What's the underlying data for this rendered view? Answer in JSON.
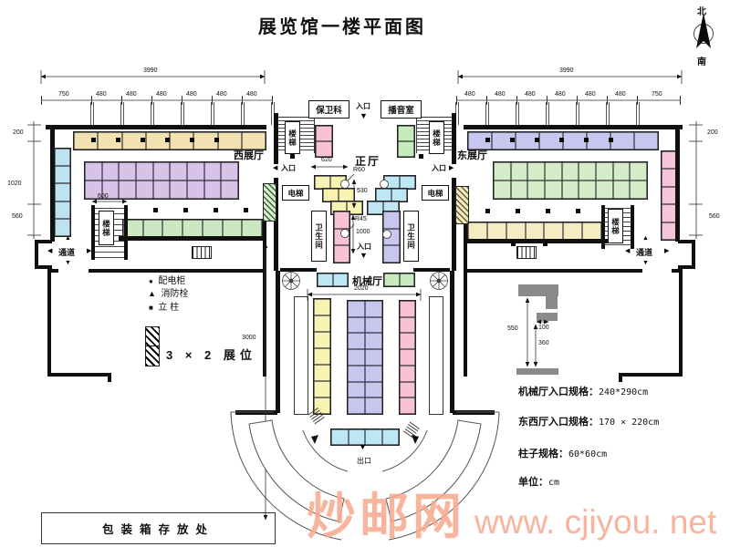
{
  "title": "展览馆一楼平面图",
  "compass": {
    "north": "北",
    "south": "南"
  },
  "labels": {
    "security": "保卫科",
    "broadcast": "播音室",
    "entrance": "入口",
    "exit": "出口",
    "stairs": "楼梯",
    "west_hall": "西展厅",
    "east_hall": "东展厅",
    "main_hall": "正厅",
    "machine_hall": "机械厅",
    "elevator": "电梯",
    "toilet": "卫生间",
    "passage": "通道",
    "storage": "包装箱存放处"
  },
  "legend": {
    "power": "配电柜",
    "hydrant": "消防栓",
    "pillar": "立 柱",
    "booth": "3 × 2 展位"
  },
  "dims": {
    "total": "3990",
    "d750": "750",
    "d480": "480",
    "d200": "200",
    "d1020": "1020",
    "d560": "560",
    "d620": "620",
    "r60": "R60",
    "d530": "530",
    "r45": "R45",
    "d1000": "1000",
    "d2020": "2020",
    "d3000": "3000",
    "d600": "600",
    "d550": "550",
    "d100": "100",
    "d360": "360"
  },
  "specs": [
    {
      "label": "机械厅入口规格：",
      "value": "240*290cm"
    },
    {
      "label": "东西厅入口规格：",
      "value": "170 × 220cm"
    },
    {
      "label": "柱子规格：",
      "value": "60*60cm"
    },
    {
      "label": "单位：",
      "value": "cm"
    }
  ],
  "watermark": {
    "cn": "炒邮网",
    "url": "www. cjiyou. net",
    "color": "#f9a88c"
  },
  "colors": {
    "cream": "#F2E2B2",
    "cream2": "#F6ECC2",
    "blue": "#BEE2F2",
    "lavender": "#D8C2E8",
    "green": "#CBE8C2",
    "green2": "#D5ECC8",
    "green3": "#C8EBBE",
    "pink": "#F7C5D9",
    "pink2": "#F8C2D2",
    "yellow": "#F9F3B2",
    "cyan": "#BDE7F3",
    "periwinkle": "#C6C6EF",
    "wall": "#101010",
    "detail_gray": "#8a8a8a"
  }
}
